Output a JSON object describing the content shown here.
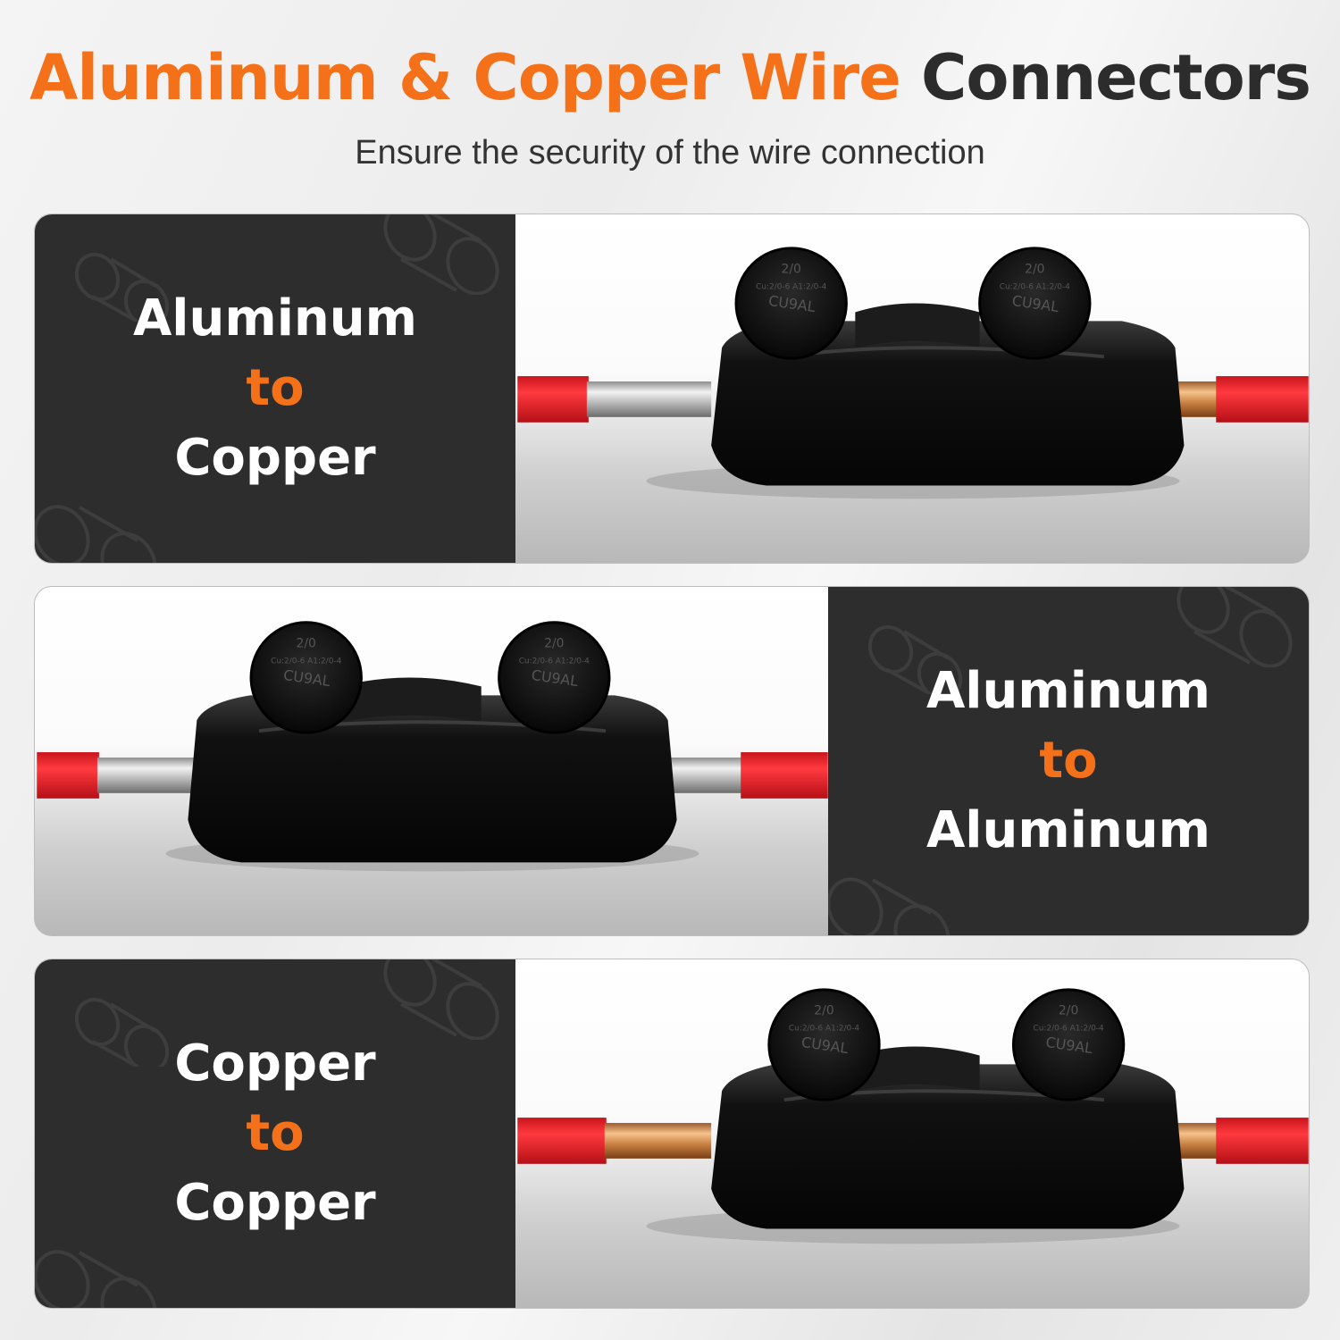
{
  "header": {
    "title_accent": "Aluminum & Copper Wire",
    "title_dark": "Connectors",
    "subtitle": "Ensure the security of the wire connection"
  },
  "panels": [
    {
      "line1": "Aluminum",
      "line2": "to",
      "line3": "Copper",
      "left_conductor": "aluminum",
      "right_conductor": "copper"
    },
    {
      "line1": "Aluminum",
      "line2": "to",
      "line3": "Aluminum",
      "left_conductor": "aluminum",
      "right_conductor": "aluminum"
    },
    {
      "line1": "Copper",
      "line2": "to",
      "line3": "Copper",
      "left_conductor": "copper",
      "right_conductor": "copper"
    }
  ],
  "connector_marking": {
    "size": "2/0",
    "rating": "Cu:2/0-6 A1:2/0-4",
    "brand": "CU9AL"
  },
  "colors": {
    "accent": "#f4711a",
    "dark_panel": "#2d2d2d",
    "wire_insulation": "#e5202a",
    "connector_body": "#0f0f0f"
  }
}
